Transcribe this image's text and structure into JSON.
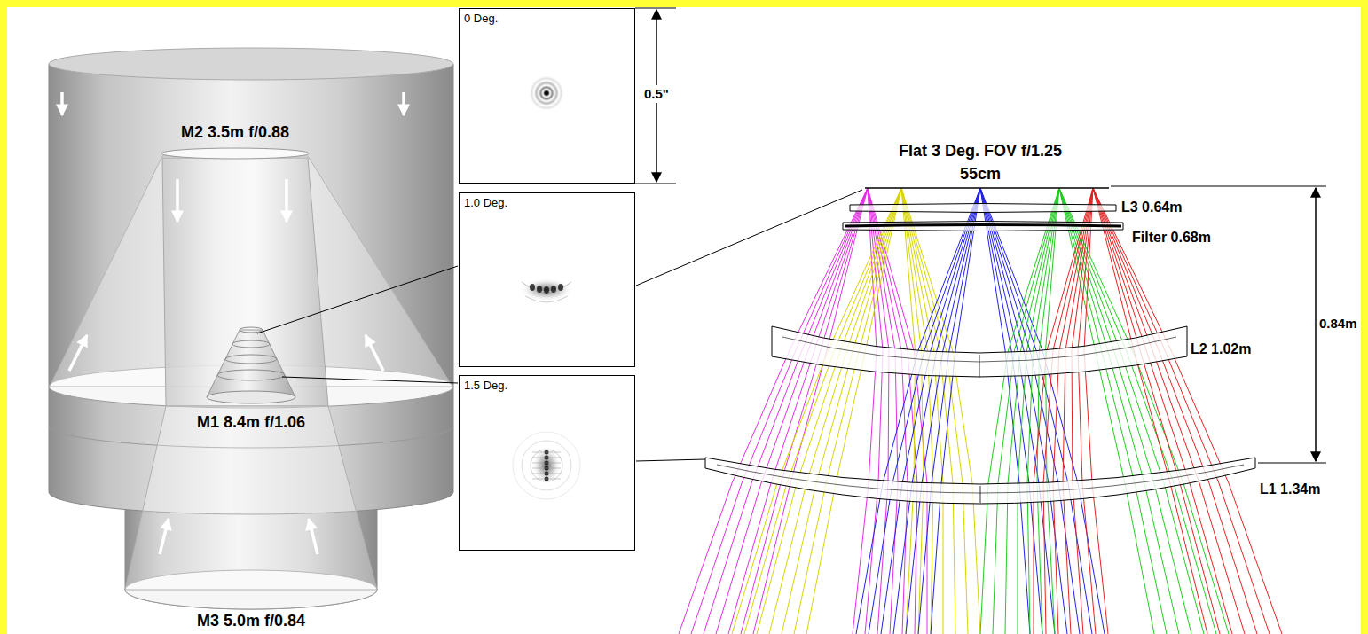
{
  "diagram": {
    "nodes": [
      {
        "text": [
          "0 Deg."
        ]
      },
      {
        "text": [
          "1.0 Deg."
        ]
      },
      {
        "text": [
          "1.5 Deg."
        ]
      }
    ],
    "labels": [
      "M2 3.5m f/0.88",
      "M1 8.4m f/1.06",
      "M3 5.0m f/0.84",
      "0.5\"",
      "Flat 3 Deg. FOV f/1.25",
      "55cm",
      "L3 0.64m",
      "Filter 0.68m",
      "0.84m",
      "L2 1.02m",
      "L1 1.34m"
    ]
  }
}
